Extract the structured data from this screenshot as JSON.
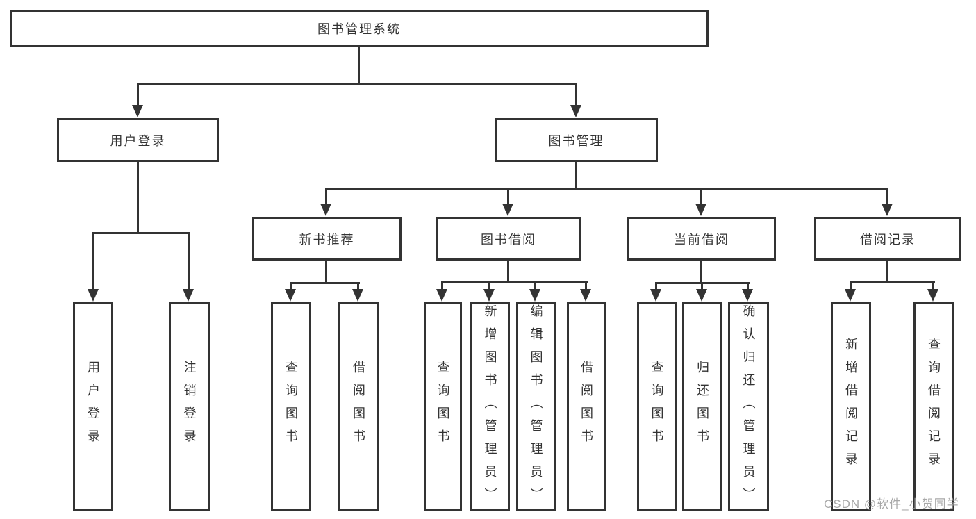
{
  "diagram": {
    "root": {
      "label": "图书管理系统"
    },
    "level2": [
      {
        "label": "用户登录"
      },
      {
        "label": "图书管理"
      }
    ],
    "level3": [
      {
        "label": "新书推荐"
      },
      {
        "label": "图书借阅"
      },
      {
        "label": "当前借阅"
      },
      {
        "label": "借阅记录"
      }
    ],
    "leaves": [
      {
        "label": "用户登录"
      },
      {
        "label": "注销登录"
      },
      {
        "label": "查询图书"
      },
      {
        "label": "借阅图书"
      },
      {
        "label": "查询图书"
      },
      {
        "label": "新增图书（管理员）"
      },
      {
        "label": "编辑图书（管理员）"
      },
      {
        "label": "借阅图书"
      },
      {
        "label": "查询图书"
      },
      {
        "label": "归还图书"
      },
      {
        "label": "确认归还（管理员）"
      },
      {
        "label": "新增借阅记录"
      },
      {
        "label": "查询借阅记录"
      }
    ]
  },
  "watermark": "CSDN @软件_小贺同学",
  "colors": {
    "line": "#333333",
    "text": "#333333",
    "watermark": "#9e9e9e",
    "background": "#ffffff"
  }
}
